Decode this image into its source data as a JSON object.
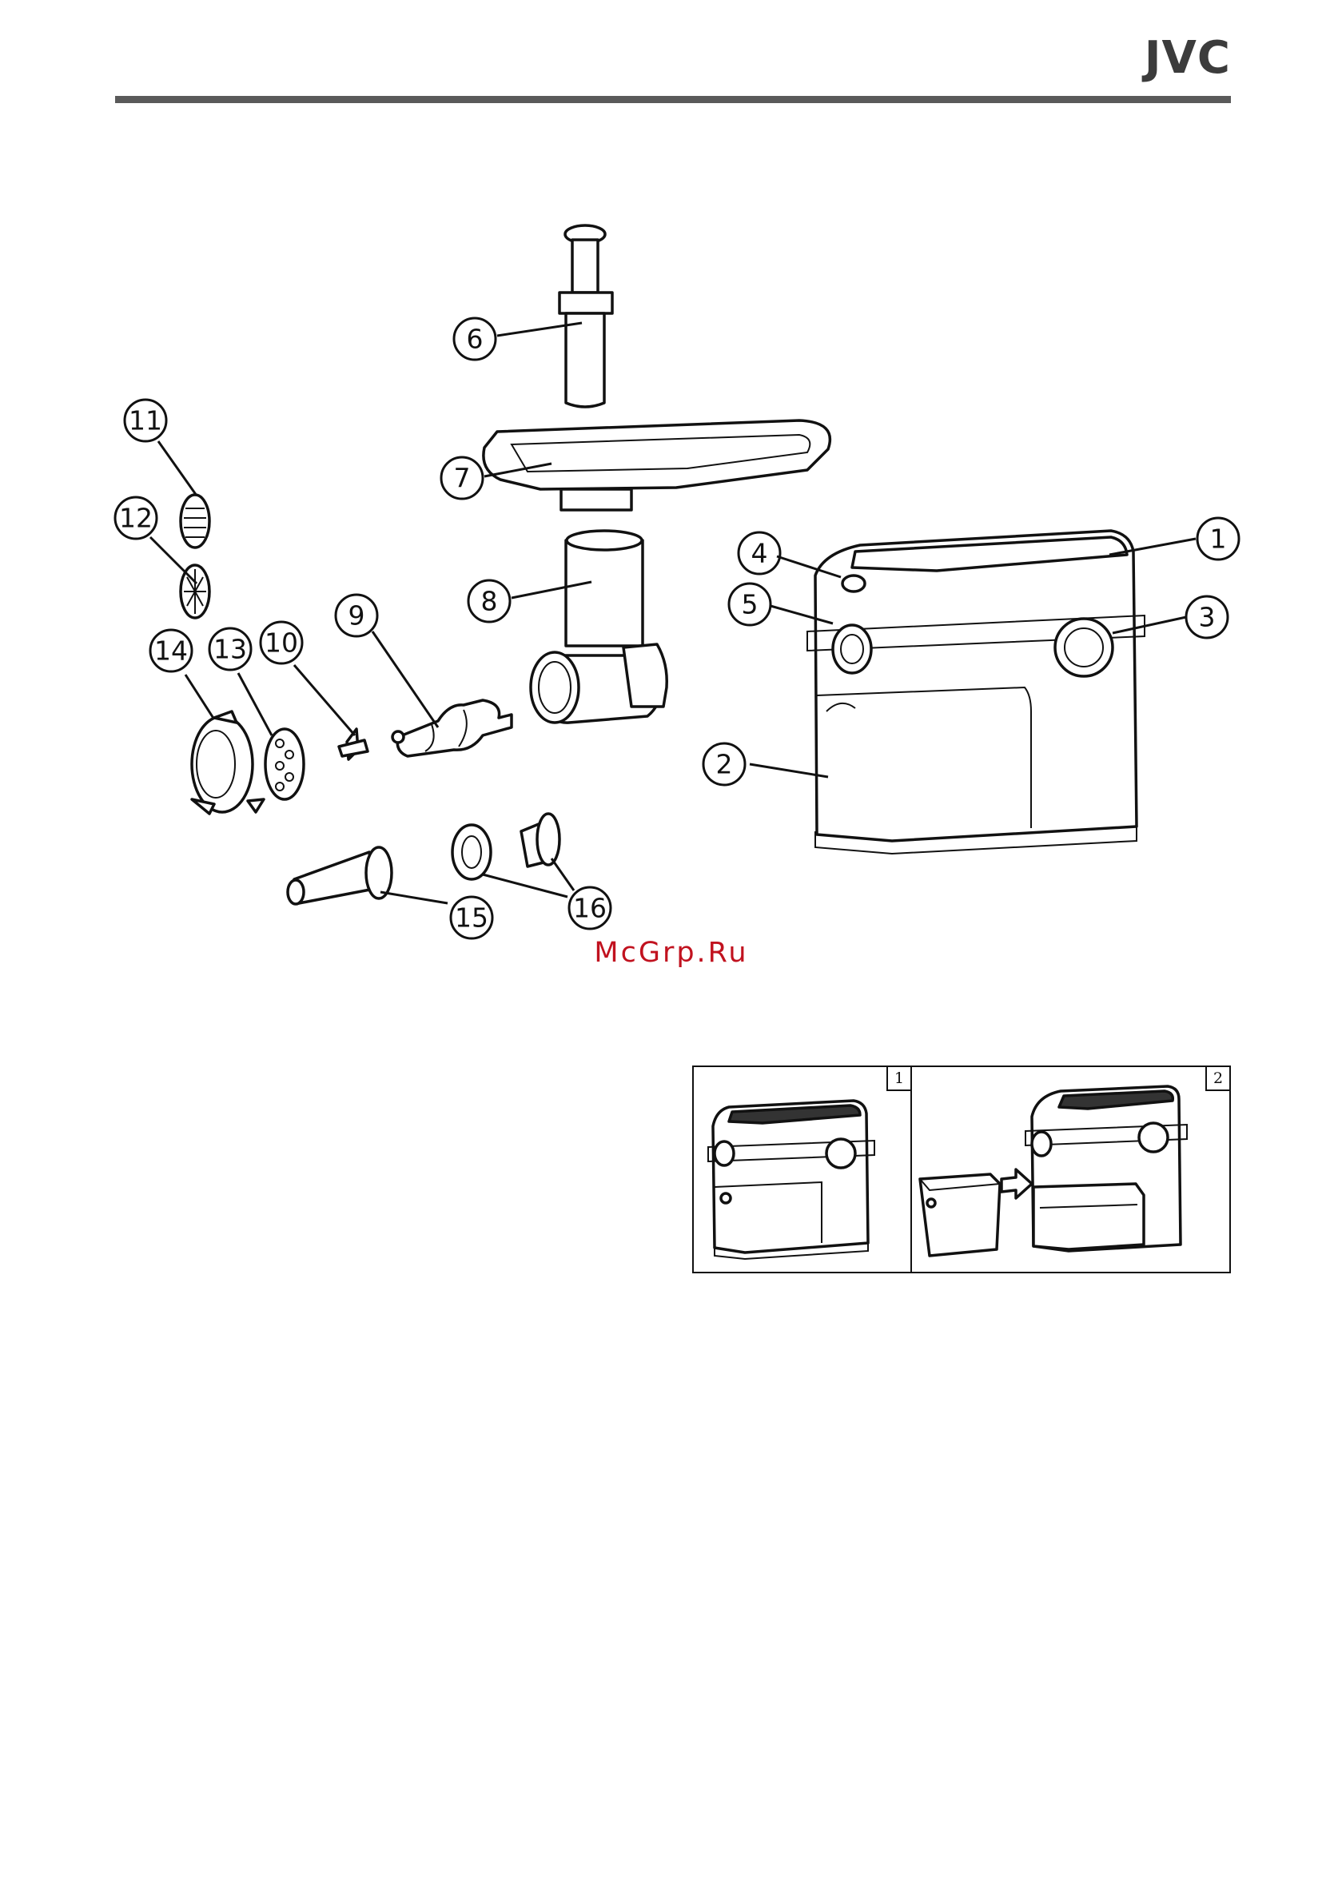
{
  "header": {
    "brand": "JVC"
  },
  "diagram": {
    "callouts": [
      {
        "id": "callout-1",
        "label": "1"
      },
      {
        "id": "callout-2",
        "label": "2"
      },
      {
        "id": "callout-3",
        "label": "3"
      },
      {
        "id": "callout-4",
        "label": "4"
      },
      {
        "id": "callout-5",
        "label": "5"
      },
      {
        "id": "callout-6",
        "label": "6"
      },
      {
        "id": "callout-7",
        "label": "7"
      },
      {
        "id": "callout-8",
        "label": "8"
      },
      {
        "id": "callout-9",
        "label": "9"
      },
      {
        "id": "callout-10",
        "label": "10"
      },
      {
        "id": "callout-11",
        "label": "11"
      },
      {
        "id": "callout-12",
        "label": "12"
      },
      {
        "id": "callout-13",
        "label": "13"
      },
      {
        "id": "callout-14",
        "label": "14"
      },
      {
        "id": "callout-15",
        "label": "15"
      },
      {
        "id": "callout-16",
        "label": "16"
      }
    ]
  },
  "watermark": "McGrp.Ru",
  "steps": [
    {
      "label": "1"
    },
    {
      "label": "2"
    }
  ],
  "colors": {
    "rule": "#5a5a5a",
    "watermark": "#c1121f",
    "ink": "#111111"
  }
}
